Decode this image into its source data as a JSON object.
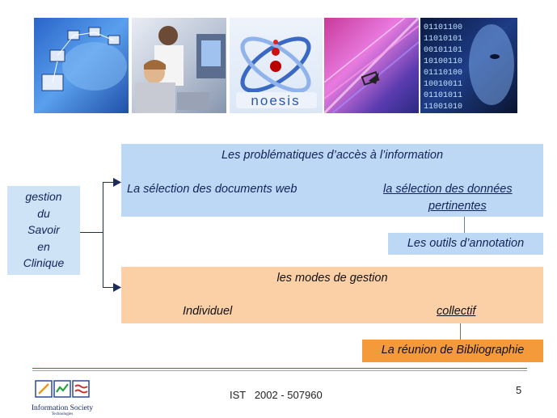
{
  "banner": {
    "logo_text": "noesis"
  },
  "diagram": {
    "root": {
      "lines": [
        "gestion",
        "du",
        "Savoir",
        "en",
        "Clinique"
      ]
    },
    "top_box": {
      "title": "Les problématiques d’accès à l’information",
      "left_item": "La sélection des documents web",
      "right_item_line1": "la sélection des données",
      "right_item_line2": "pertinentes"
    },
    "annotation_box": "Les outils d’annotation",
    "bottom_box": {
      "title": "les modes de gestion",
      "left_item": "Individuel",
      "right_item": "collectif"
    },
    "bibliography_box": "La réunion de Bibliographie"
  },
  "footer": {
    "org_logo_text": "Information Society",
    "org_logo_subtext": "Technologies",
    "project_code": "IST   2002 - 507960",
    "page_number": "5"
  },
  "colors": {
    "accent_blue": "#bcd8f4",
    "accent_orange": "#fbd0a6",
    "accent_dark_orange": "#f59a3a",
    "text_navy": "#13235a"
  }
}
